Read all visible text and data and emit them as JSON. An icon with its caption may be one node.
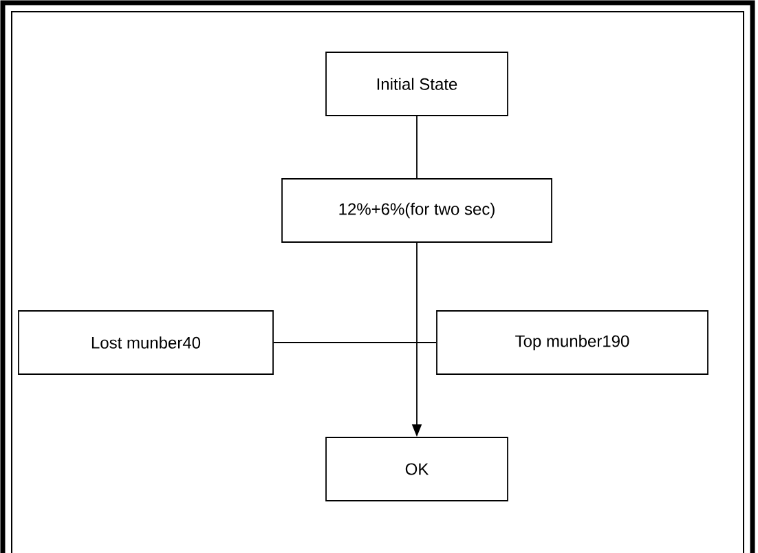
{
  "diagram": {
    "nodes": [
      {
        "text": [
          "Initial State"
        ]
      },
      {
        "text": [
          "12%+6%(for two sec)"
        ]
      },
      {
        "text": [
          "Lost munber40"
        ]
      },
      {
        "text": [
          "Top munber190"
        ]
      },
      {
        "text": [
          "OK"
        ]
      }
    ],
    "edges": [
      {
        "from": 0,
        "to": 1,
        "arrow": "none"
      },
      {
        "from": 1,
        "to": 4,
        "arrow": "to"
      },
      {
        "from": 2,
        "to": 3,
        "arrow": "none"
      }
    ]
  }
}
